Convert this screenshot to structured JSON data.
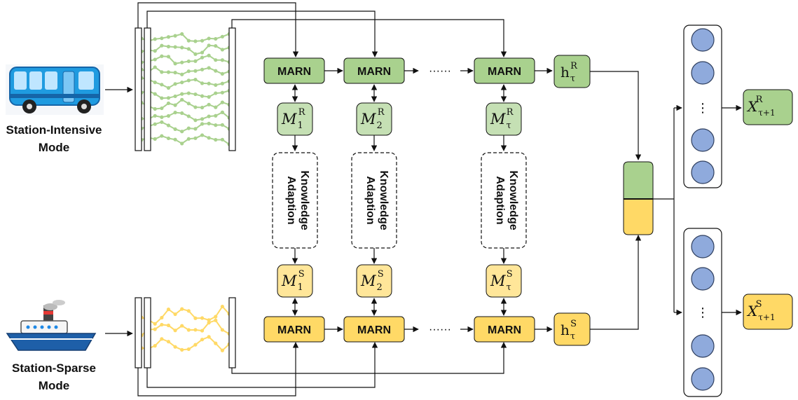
{
  "modes": {
    "intensive": {
      "line1": "Station-Intensive",
      "line2": "Mode"
    },
    "sparse": {
      "line1": "Station-Sparse",
      "line2": "Mode"
    }
  },
  "marn_label": "MARN",
  "ellipsis": "······",
  "knowledge_adaption": {
    "line1": "Knowledge",
    "line2": "Adaption"
  },
  "memory": {
    "R": [
      {
        "base": "M",
        "sub": "1",
        "sup": "R"
      },
      {
        "base": "M",
        "sub": "2",
        "sup": "R"
      },
      {
        "base": "M",
        "sub": "τ",
        "sup": "R"
      }
    ],
    "S": [
      {
        "base": "M",
        "sub": "1",
        "sup": "S"
      },
      {
        "base": "M",
        "sub": "2",
        "sup": "S"
      },
      {
        "base": "M",
        "sub": "τ",
        "sup": "S"
      }
    ]
  },
  "hidden": {
    "R": {
      "base": "h",
      "sub": "τ",
      "sup": "R"
    },
    "S": {
      "base": "h",
      "sub": "τ",
      "sup": "S"
    }
  },
  "outputs": {
    "R": {
      "base": "X",
      "sub": "τ+1",
      "sup": "R"
    },
    "S": {
      "base": "X",
      "sub": "τ+1",
      "sup": "S"
    }
  },
  "vertical_dots": "⋮",
  "colors": {
    "green_fill": "#a9d18e",
    "green_light": "#c5e0b4",
    "yellow_fill": "#ffd966",
    "yellow_light": "#ffe699",
    "neuron": "#8faadc",
    "green_series": "#a9d18e",
    "yellow_series": "#ffd966"
  },
  "icons": {
    "bus": "bus-icon",
    "ship": "ship-icon"
  }
}
